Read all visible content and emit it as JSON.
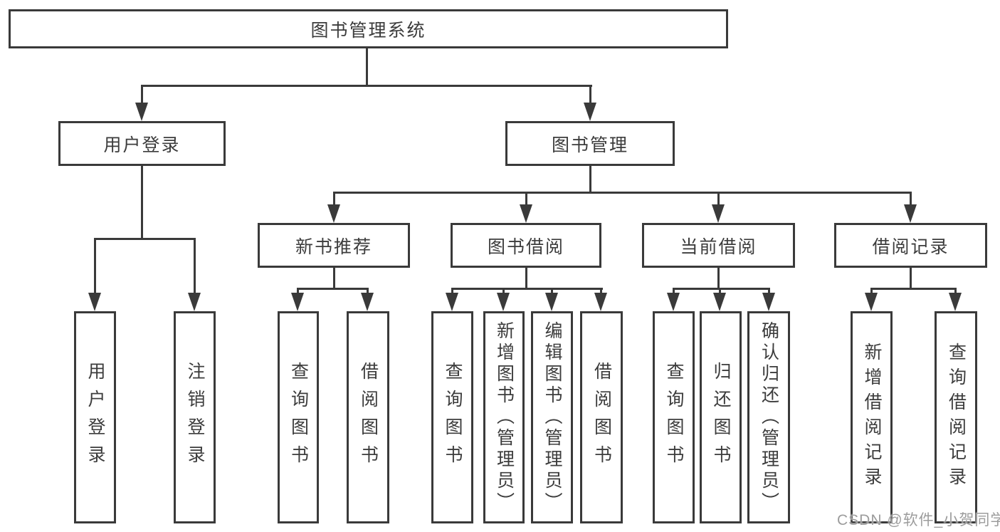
{
  "tree": {
    "label": "图书管理系统",
    "children": [
      {
        "label": "用户登录",
        "children": [
          {
            "label": "用户登录"
          },
          {
            "label": "注销登录"
          }
        ]
      },
      {
        "label": "图书管理",
        "children": [
          {
            "label": "新书推荐",
            "children": [
              {
                "label": "查询图书"
              },
              {
                "label": "借阅图书"
              }
            ]
          },
          {
            "label": "图书借阅",
            "children": [
              {
                "label": "查询图书"
              },
              {
                "label": "新增图书（管理员）"
              },
              {
                "label": "编辑图书（管理员）"
              },
              {
                "label": "借阅图书"
              }
            ]
          },
          {
            "label": "当前借阅",
            "children": [
              {
                "label": "查询图书"
              },
              {
                "label": "归还图书"
              },
              {
                "label": "确认归还（管理员）"
              }
            ]
          },
          {
            "label": "借阅记录",
            "children": [
              {
                "label": "新增借阅记录"
              },
              {
                "label": "查询借阅记录"
              }
            ]
          }
        ]
      }
    ]
  },
  "watermark": {
    "text": "CSDN @软件_小贺同学"
  },
  "colors": {
    "line": "#3a3a3a",
    "box_border": "#3a3a3a",
    "text": "#3c3c3c",
    "background": "#ffffff",
    "watermark": "#9c9c9c"
  }
}
